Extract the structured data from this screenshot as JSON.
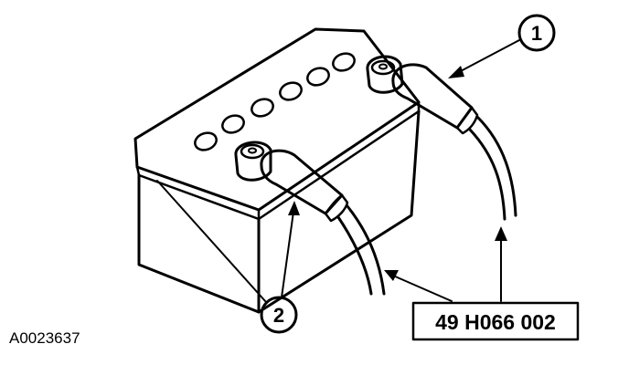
{
  "figure": {
    "callouts": [
      {
        "number": "1"
      },
      {
        "number": "2"
      }
    ],
    "tool_label": "49 H066 002",
    "figure_id": "A0023637"
  },
  "colors": {
    "ink": "#000000",
    "background": "#ffffff"
  }
}
